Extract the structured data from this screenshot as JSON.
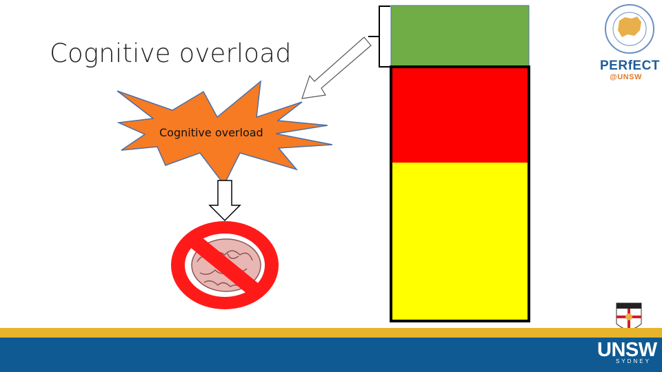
{
  "slide": {
    "title": "Cognitive overload",
    "burst_label": "Cognitive overload"
  },
  "logos": {
    "perfect_name": "PERfECT",
    "perfect_sub": "@UNSW",
    "unsw_name": "UNSW",
    "unsw_city": "SYDNEY"
  },
  "memory_bar": {
    "segments": [
      {
        "name": "top",
        "color": "#70ad47"
      },
      {
        "name": "middle",
        "color": "#ff0000"
      },
      {
        "name": "bottom",
        "color": "#ffff00"
      }
    ]
  },
  "colors": {
    "burst": "#f77b22",
    "burst_outline": "#4a6fa8",
    "no_sign": "#ff1a1a",
    "footer_gold": "#e8b42c",
    "footer_blue": "#0f5a92"
  }
}
